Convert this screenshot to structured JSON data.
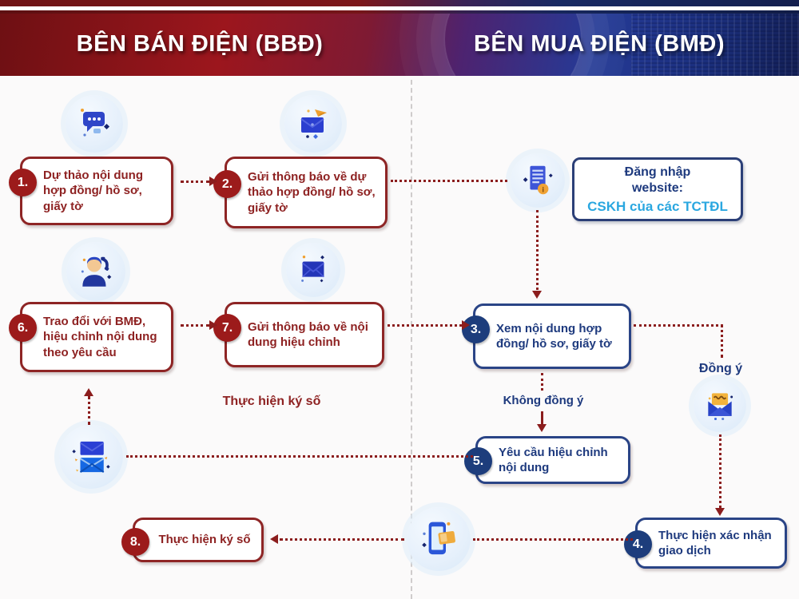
{
  "header": {
    "left_title": "BÊN BÁN ĐIỆN (BBĐ)",
    "right_title": "BÊN MUA ĐIỆN (BMĐ)"
  },
  "steps": {
    "s1": {
      "num": "1.",
      "text": "Dự thảo nội dung hợp đồng/ hồ sơ, giấy tờ"
    },
    "s2": {
      "num": "2.",
      "text": "Gửi thông báo về dự thảo hợp đồng/ hồ sơ, giấy tờ"
    },
    "s3": {
      "num": "3.",
      "text": "Xem nội dung hợp đồng/ hồ sơ, giấy tờ"
    },
    "s4": {
      "num": "4.",
      "text": "Thực hiện xác nhận giao dịch"
    },
    "s5": {
      "num": "5.",
      "text": "Yêu cầu hiệu chỉnh nội dung"
    },
    "s6": {
      "num": "6.",
      "text": "Trao đổi với BMĐ, hiệu chỉnh nội dung theo yêu cầu"
    },
    "s7": {
      "num": "7.",
      "text": "Gửi thông báo về nội dung hiệu chỉnh"
    },
    "s8": {
      "num": "8.",
      "text": "Thực hiện ký số"
    }
  },
  "login_box": {
    "title": "Đăng nhập website:",
    "link": "CSKH của các TCTĐL"
  },
  "labels": {
    "sign_digital": "Thực hiện ký số",
    "disagree": "Không đồng ý",
    "agree": "Đồng ý"
  },
  "icons": {
    "chat": "chat-bubble-icon",
    "send_mail": "send-mail-icon",
    "document": "document-info-icon",
    "person_phone": "person-on-phone-icon",
    "mail": "mail-icon",
    "agree_mail": "open-envelope-icon",
    "mail_stack": "mail-stack-icon",
    "phone": "phone-ticket-icon"
  },
  "colors": {
    "seller_accent": "#8e2222",
    "buyer_accent": "#1e3a7e",
    "link_blue": "#2aa7e0",
    "connector_red": "#8b1d1d"
  }
}
